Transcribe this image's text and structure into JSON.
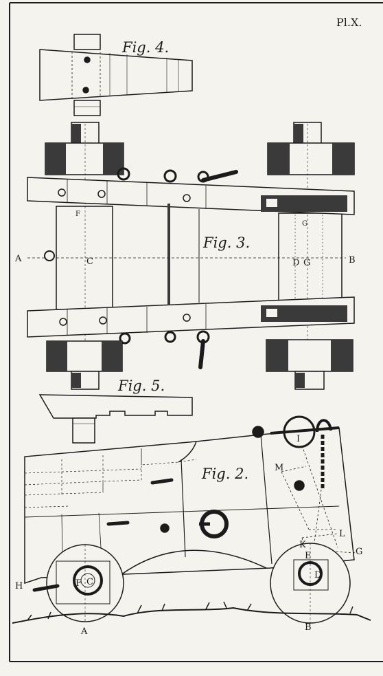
{
  "plate_label": "Pl.X.",
  "figures": {
    "fig2": "Fig. 2.",
    "fig3": "Fig. 3.",
    "fig4": "Fig. 4.",
    "fig5": "Fig. 5."
  },
  "fig3_labels": {
    "A": "A",
    "B": "B",
    "C": "C",
    "D": "D",
    "F": "F",
    "G": "G",
    "G2": "G"
  },
  "fig2_labels": {
    "A": "A",
    "B": "B",
    "C": "C",
    "D": "D",
    "E": "E",
    "F": "F",
    "G": "G",
    "H": "H",
    "I": "I",
    "K": "K",
    "L": "L",
    "M": "M"
  },
  "colors": {
    "ink": "#1b1b1b",
    "paper": "#f4f3ee",
    "shade": "#3a3a3a"
  }
}
